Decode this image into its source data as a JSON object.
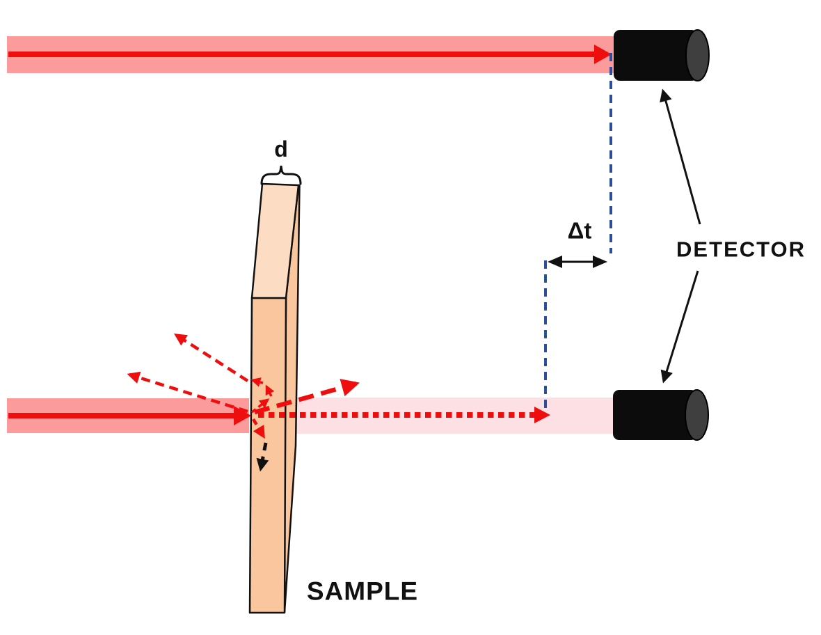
{
  "labels": {
    "thickness": "d",
    "time_delay": "Δt",
    "detector": "DETECTOR",
    "sample": "SAMPLE"
  },
  "colors": {
    "beam-red": "#ee0e0e",
    "beam-glow": "#fc9b9b",
    "beam-transmitted-glow": "#fce0e4",
    "sample-top": "#fcdcc2",
    "sample-face": "#f9c69e",
    "detector-body": "#0c0c0c",
    "detector-cap": "#3f3f3f",
    "guide-blue": "#2d4f9b",
    "outline": "#111111",
    "text": "#111111"
  }
}
